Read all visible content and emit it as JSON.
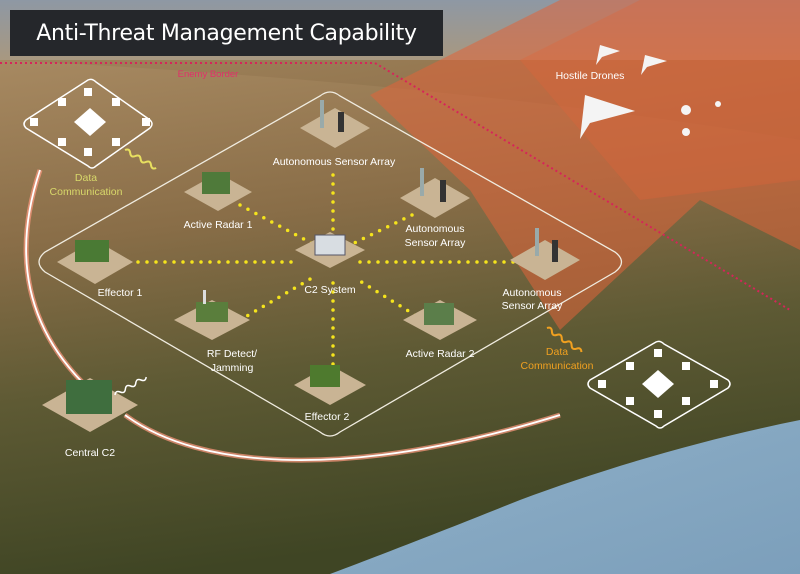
{
  "title": "Anti-Threat Management Capability",
  "labels": {
    "enemy_border": "Enemy Border",
    "hostile_drones": "Hostile Drones",
    "sensor_top": "Autonomous Sensor Array",
    "active_radar_1": "Active Radar 1",
    "sensor_mid_1": "Autonomous",
    "sensor_mid_2": "Sensor Array",
    "c2_system": "C2 System",
    "sensor_right_1": "Autonomous",
    "sensor_right_2": "Sensor Array",
    "effector_1": "Effector 1",
    "rf_detect_1": "RF Detect/",
    "rf_detect_2": "Jamming",
    "active_radar_2": "Active Radar 2",
    "effector_2": "Effector 2",
    "central_c2": "Central C2",
    "data_comm_left_1": "Data",
    "data_comm_left_2": "Communication",
    "data_comm_right_1": "Data",
    "data_comm_right_2": "Communication"
  },
  "colors": {
    "border_line": "#d6245a",
    "link_dots": "#f5e41c",
    "data_comm_left": "#d8d86a",
    "data_comm_right": "#f0a020",
    "threat_zone": "#e0643a",
    "title_bg": "#25272b"
  }
}
